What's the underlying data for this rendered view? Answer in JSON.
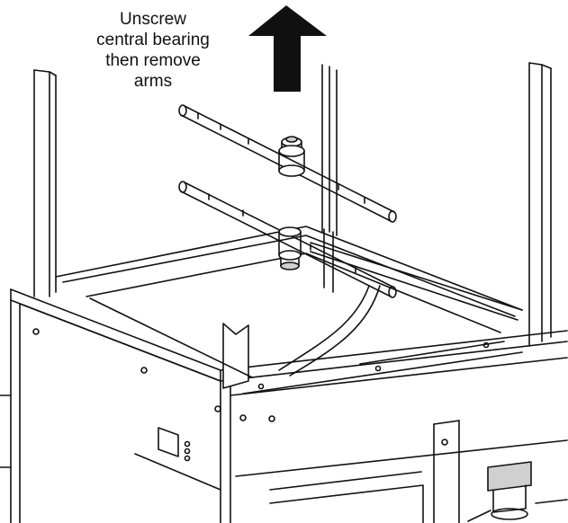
{
  "instruction": {
    "lines": [
      "Unscrew",
      "central bearing",
      "then remove",
      "arms"
    ]
  },
  "arrow": {
    "icon": "arrow-up-icon",
    "direction": "up"
  },
  "colors": {
    "ink": "#111111",
    "paper": "#ffffff",
    "shade": "#d0d0d0"
  }
}
